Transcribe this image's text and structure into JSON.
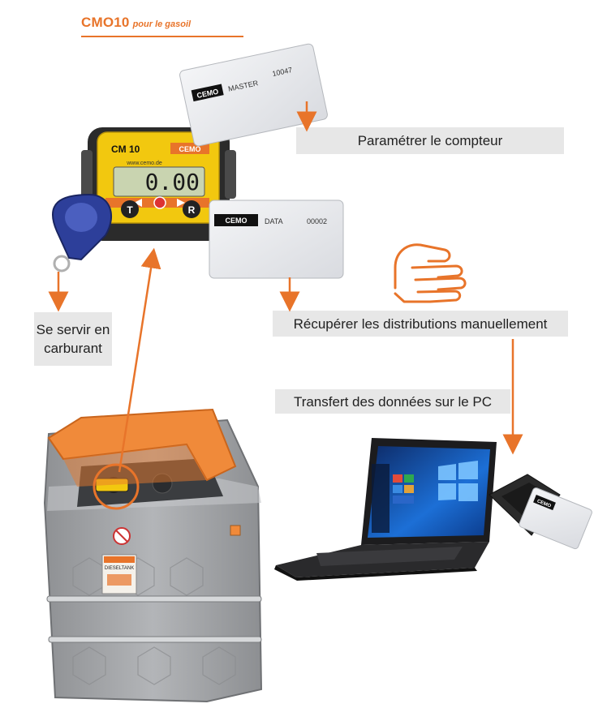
{
  "header": {
    "title": "CMO10",
    "subtitle": "pour le gasoil"
  },
  "meter": {
    "model": "CM 10",
    "website": "www.cemo.de",
    "brand": "CEMO",
    "reading": "0.00",
    "button_left": "T",
    "button_right": "R"
  },
  "master_card": {
    "brand": "CEMO",
    "label": "MASTER",
    "number": "10047"
  },
  "data_card": {
    "brand": "CEMO",
    "label": "DATA",
    "number": "00002"
  },
  "reader_card": {
    "brand": "CEMO"
  },
  "tank": {
    "label": "DIESELTANK"
  },
  "steps": {
    "configure": "Paramétrer le compteur",
    "refuel_line1": "Se servir en",
    "refuel_line2": "carburant",
    "retrieve": "Récupérer les distributions manuellement",
    "transfer": "Transfert des données sur le PC"
  },
  "colors": {
    "accent": "#e8742a",
    "label_bg": "#e7e7e7",
    "meter_yellow": "#f2c80f",
    "tank_gray": "#a3a5a8",
    "lid_orange": "#f08a3a"
  }
}
